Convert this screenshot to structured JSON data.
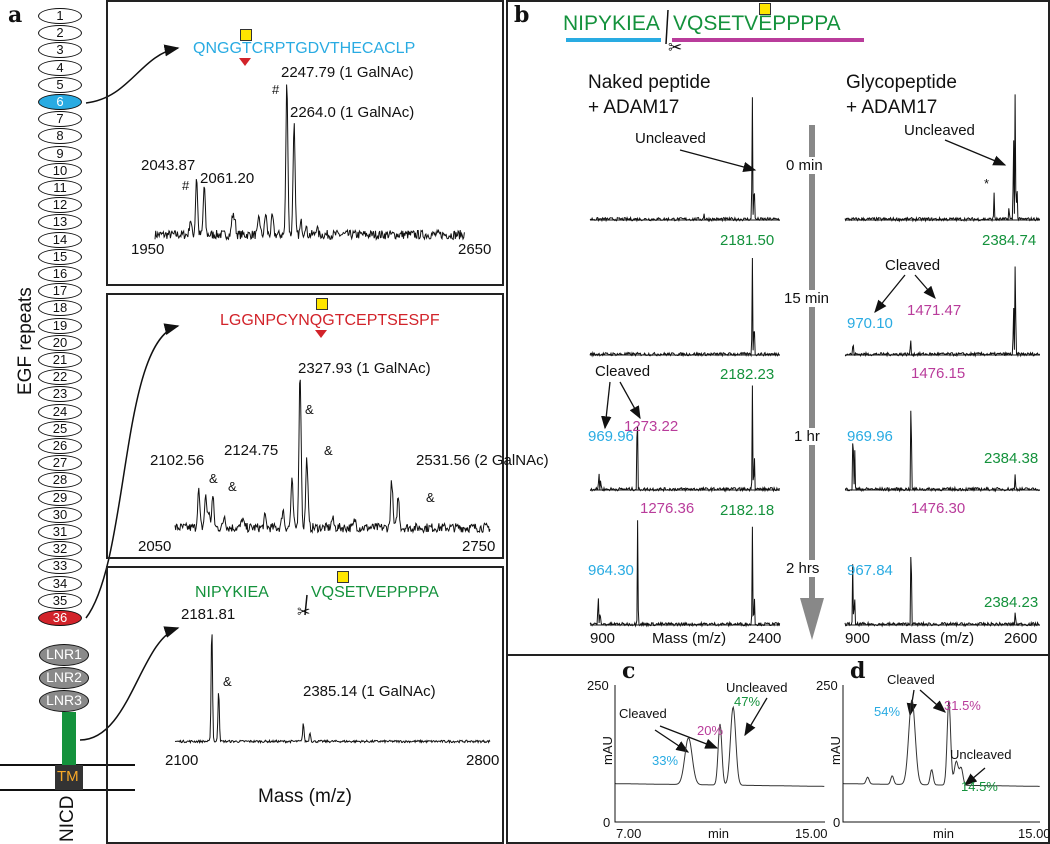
{
  "panel_labels": {
    "a": "a",
    "b": "b",
    "c": "c",
    "d": "d"
  },
  "panel_a": {
    "egf_label": "EGF repeats",
    "egf_repeats": [
      "1",
      "2",
      "3",
      "4",
      "5",
      "6",
      "7",
      "8",
      "9",
      "10",
      "11",
      "12",
      "13",
      "14",
      "15",
      "16",
      "17",
      "18",
      "19",
      "20",
      "21",
      "22",
      "23",
      "24",
      "25",
      "26",
      "27",
      "28",
      "29",
      "30",
      "31",
      "32",
      "33",
      "34",
      "35",
      "36"
    ],
    "highlighted": {
      "6": "#29abe2",
      "36": "#d2232a"
    },
    "lnr": [
      "LNR1",
      "LNR2",
      "LNR3"
    ],
    "tm": "TM",
    "nicd": "NICD",
    "spectra": [
      {
        "sequence": "QNGGTCRPTGDVTHECACLP",
        "color": "#29abe2",
        "xmin": 1950,
        "xmax": 2650,
        "xmin_label": "1950",
        "xmax_label": "2650",
        "labels": [
          "2247.79 (1 GalNAc)",
          "2264.0 (1 GalNAc)",
          "2043.87",
          "2061.20",
          "#",
          "#"
        ],
        "peaks": [
          [
            2043.87,
            0.38
          ],
          [
            2061.2,
            0.32
          ],
          [
            2247.79,
            1.0
          ],
          [
            2264.0,
            0.73
          ],
          [
            2030,
            0.1
          ],
          [
            2125,
            0.12
          ],
          [
            2130,
            0.1
          ],
          [
            2185,
            0.12
          ],
          [
            2200,
            0.14
          ],
          [
            2215,
            0.12
          ],
          [
            2280,
            0.08
          ],
          [
            2290,
            0.06
          ],
          [
            2315,
            0.05
          ]
        ]
      },
      {
        "sequence": "LGGNPCYNQGTCEPTSESPF",
        "color": "#d2232a",
        "xmin": 2050,
        "xmax": 2750,
        "xmin_label": "2050",
        "xmax_label": "2750",
        "labels": [
          "2327.93 (1 GalNAc)",
          "2124.75",
          "2102.56",
          "2531.56 (2 GalNAc)",
          "&",
          "&",
          "&",
          "&",
          "&"
        ],
        "peaks": [
          [
            2102.56,
            0.24
          ],
          [
            2118,
            0.2
          ],
          [
            2134,
            0.2
          ],
          [
            2124.75,
            0.1
          ],
          [
            2290,
            0.12
          ],
          [
            2310,
            0.3
          ],
          [
            2327.93,
            1.0
          ],
          [
            2343,
            0.45
          ],
          [
            2531.56,
            0.3
          ],
          [
            2546,
            0.2
          ],
          [
            2160,
            0.08
          ],
          [
            2200,
            0.06
          ],
          [
            2250,
            0.07
          ],
          [
            2400,
            0.06
          ],
          [
            2450,
            0.05
          ]
        ]
      },
      {
        "sequence_left": "NIPYKIEA",
        "sequence_right": "VQSETVEPPPPA",
        "color": "#14923c",
        "xmin": 2100,
        "xmax": 2800,
        "xmin_label": "2100",
        "xmax_label": "2800",
        "labels": [
          "2181.81",
          "&",
          "2385.14 (1 GalNAc)"
        ],
        "peaks": [
          [
            2181.81,
            1.0
          ],
          [
            2197,
            0.45
          ],
          [
            2385.14,
            0.16
          ],
          [
            2400,
            0.08
          ]
        ]
      }
    ],
    "xaxis_label": "Mass (m/z)"
  },
  "panel_b": {
    "sequence_left": "NIPYKIEA",
    "sequence_right": "VQSETVEPPPPA",
    "col_left": [
      "Naked peptide",
      "+ ADAM17"
    ],
    "col_right": [
      "Glycopeptide",
      "+ ADAM17"
    ],
    "times": [
      "0 min",
      "15 min",
      "1 hr",
      "2 hrs"
    ],
    "left_axis": {
      "min": 900,
      "max": 2400,
      "min_label": "900",
      "max_label": "2400",
      "label": "Mass (m/z)"
    },
    "right_axis": {
      "min": 900,
      "max": 2600,
      "min_label": "900",
      "max_label": "2600",
      "label": "Mass (m/z)"
    },
    "annotations": {
      "uncleaved": "Uncleaved",
      "cleaved": "Cleaved",
      "star": "*"
    },
    "rows": [
      {
        "left_labels": [],
        "right_labels": [],
        "left_peaks": [
          [
            2181,
            1.0
          ],
          [
            2196,
            0.35
          ],
          [
            1800,
            0.05
          ]
        ],
        "right_peaks": [
          [
            2384,
            1.0
          ],
          [
            2369,
            0.7
          ],
          [
            2399,
            0.3
          ],
          [
            2200,
            0.2
          ],
          [
            2330,
            0.1
          ]
        ]
      },
      {
        "left_labels": [
          "2181.50"
        ],
        "right_labels": [
          "2384.74",
          "970.10",
          "1471.47"
        ],
        "left_peaks": [
          [
            2181.5,
            0.74
          ],
          [
            2196,
            0.3
          ]
        ],
        "right_peaks": [
          [
            2384.74,
            0.8
          ],
          [
            2369,
            0.4
          ],
          [
            970.1,
            0.1
          ],
          [
            1471.47,
            0.12
          ]
        ]
      },
      {
        "left_labels": [
          "2182.23",
          "969.96",
          "1273.22"
        ],
        "right_labels": [
          "1476.15",
          "969.96",
          "2384.38"
        ],
        "left_peaks": [
          [
            2182.23,
            0.78
          ],
          [
            2197,
            0.3
          ],
          [
            1273.22,
            0.78
          ],
          [
            969.96,
            0.15
          ],
          [
            985,
            0.08
          ]
        ],
        "right_peaks": [
          [
            1476.15,
            0.85
          ],
          [
            969.96,
            0.55
          ],
          [
            985,
            0.3
          ],
          [
            2384.38,
            0.12
          ]
        ]
      },
      {
        "left_labels": [
          "2182.18",
          "964.30",
          "1276.36"
        ],
        "right_labels": [
          "1476.30",
          "967.84",
          "2384.23"
        ],
        "left_peaks": [
          [
            1276.36,
            0.8
          ],
          [
            2182.18,
            0.73
          ],
          [
            2197,
            0.25
          ],
          [
            964.3,
            0.25
          ],
          [
            980,
            0.12
          ]
        ],
        "right_peaks": [
          [
            1476.3,
            0.8
          ],
          [
            967.84,
            0.45
          ],
          [
            983,
            0.25
          ],
          [
            2384.23,
            0.1
          ]
        ]
      }
    ]
  },
  "panel_c": {
    "ymax_label": "250",
    "ymin_label": "0",
    "ylabel": "mAU",
    "xmin_label": "7.00",
    "xmax_label": "15.00",
    "xlabel": "min",
    "annotations": [
      "Cleaved",
      "Uncleaved"
    ],
    "percents": [
      "33%",
      "20%",
      "47%"
    ],
    "peaks": [
      [
        9.8,
        0.55,
        0.14
      ],
      [
        11.0,
        0.72,
        0.07
      ],
      [
        11.5,
        0.92,
        0.1
      ]
    ]
  },
  "panel_d": {
    "ymax_label": "250",
    "ylabel": "mAU",
    "ymin_label": "0",
    "xmax_label": "15.00",
    "xlabel": "min",
    "annotations": [
      "Cleaved",
      "Uncleaved"
    ],
    "percents": [
      "54%",
      "31.5%",
      "14.5%"
    ],
    "peaks": [
      [
        8.0,
        0.08,
        0.06
      ],
      [
        9.0,
        0.1,
        0.06
      ],
      [
        9.8,
        1.0,
        0.13
      ],
      [
        10.6,
        0.18,
        0.06
      ],
      [
        11.3,
        1.0,
        0.07
      ],
      [
        11.6,
        0.28,
        0.08
      ],
      [
        11.8,
        0.2,
        0.07
      ]
    ]
  }
}
